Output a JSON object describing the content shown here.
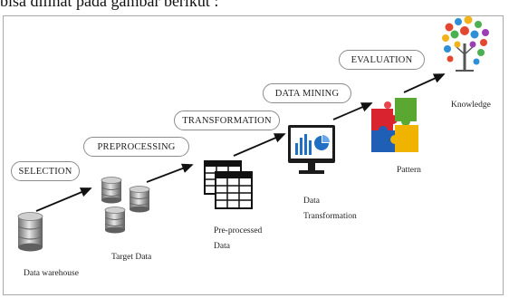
{
  "header_text": "bisa dilihat pada gambar berikut :",
  "stages": {
    "selection": "SELECTION",
    "preprocessing": "PREPROCESSING",
    "transformation": "TRANSFORMATION",
    "data_mining": "DATA MINING",
    "evaluation": "EVALUATION"
  },
  "labels": {
    "data_warehouse": "Data warehouse",
    "target_data": "Target Data",
    "preprocessed_line1": "Pre-processed",
    "preprocessed_line2": "Data",
    "data_transformation_line1": "Data",
    "data_transformation_line2": "Transformation",
    "pattern": "Pattern",
    "knowledge": "Knowledge"
  },
  "icons": [
    "database-icon",
    "database-stack-icon",
    "table-icon",
    "monitor-chart-icon",
    "puzzle-icon",
    "knowledge-tree-icon"
  ],
  "colors": {
    "puzzle_red": "#d9232e",
    "puzzle_green": "#5aa832",
    "puzzle_blue": "#1f5fb5",
    "puzzle_yellow": "#f0b400",
    "chart_blue": "#1f6fc4"
  }
}
